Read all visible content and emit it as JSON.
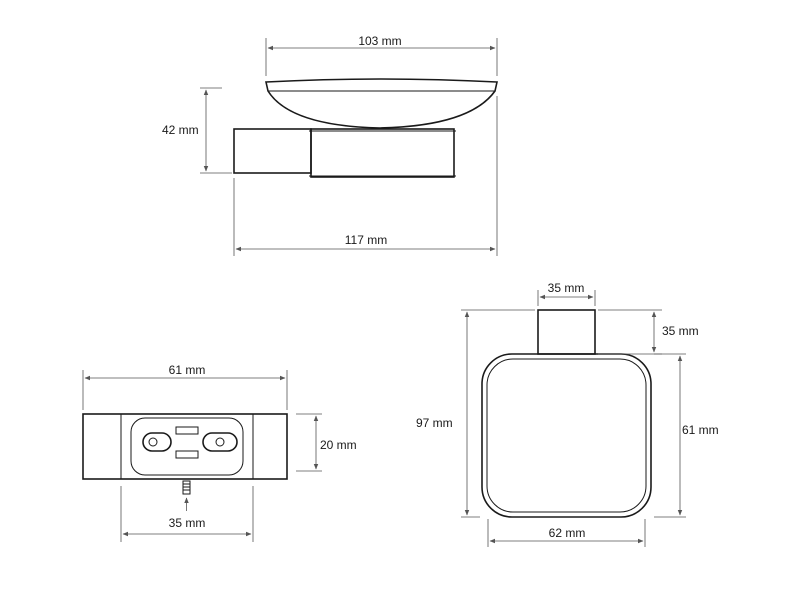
{
  "dimensions": {
    "side_top_width": "103 mm",
    "side_height": "42 mm",
    "side_total_width": "117 mm",
    "bottom_width": "61 mm",
    "bottom_height": "20 mm",
    "bottom_mount_spacing": "35 mm",
    "front_arm_width": "35 mm",
    "front_arm_height": "35 mm",
    "front_total_height": "97 mm",
    "front_dish_height": "61 mm",
    "front_dish_width": "62 mm"
  },
  "colors": {
    "line": "#1a1a1a",
    "dimension_line": "#555555",
    "background": "#ffffff"
  }
}
